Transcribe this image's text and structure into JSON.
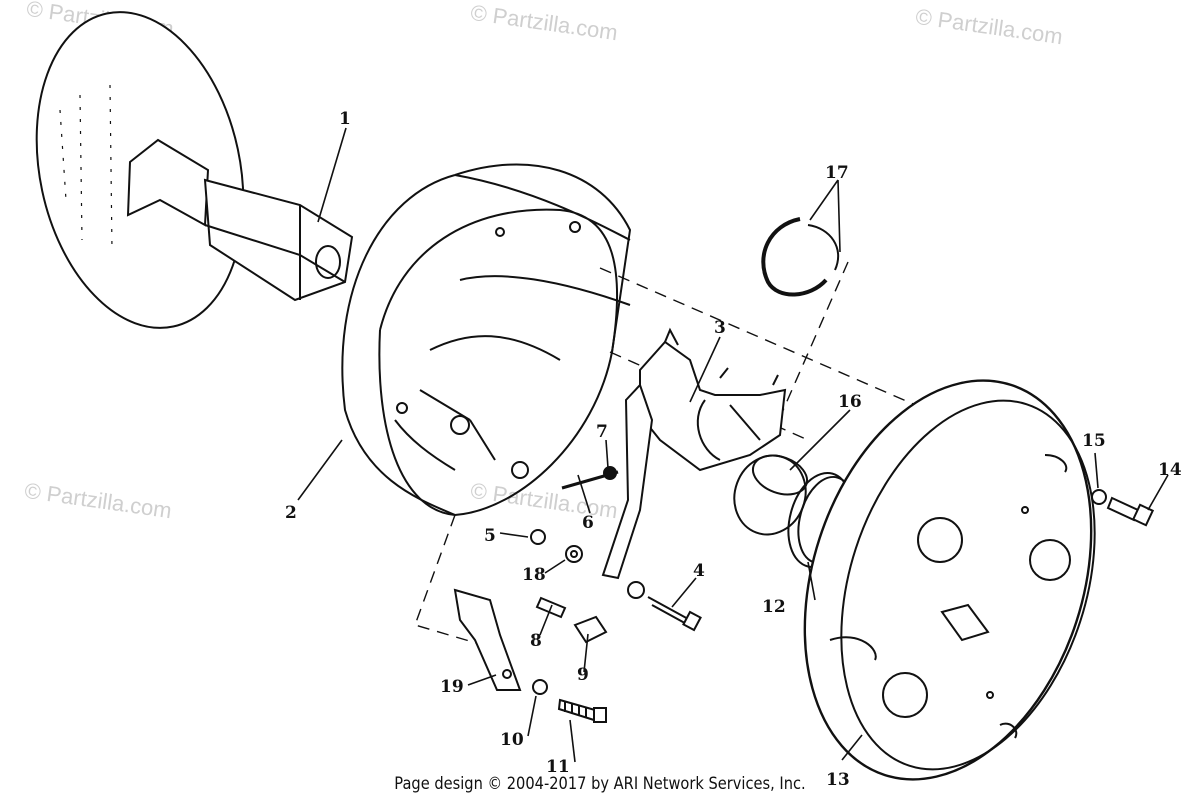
{
  "watermark": "© Partzilla.com",
  "footer": "Page design © 2004-2017 by ARI Network Services, Inc.",
  "callouts": [
    "1",
    "2",
    "3",
    "4",
    "5",
    "6",
    "7",
    "8",
    "9",
    "10",
    "11",
    "12",
    "13",
    "14",
    "15",
    "16",
    "17",
    "18",
    "19"
  ]
}
